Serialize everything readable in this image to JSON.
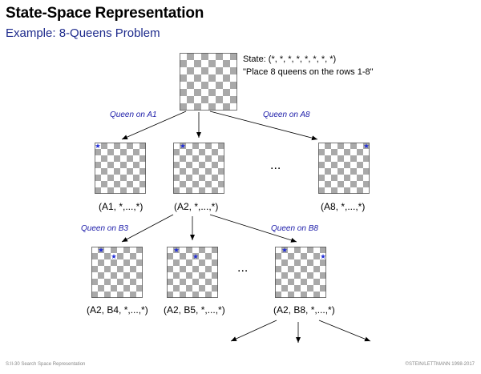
{
  "header": {
    "title": "State-Space Representation",
    "subtitle": "Example: 8-Queens Problem"
  },
  "root": {
    "state_text": "State: (*, *, *, *, *, *, *, *)",
    "goal_text": "\"Place 8 queens on the rows 1-8\""
  },
  "edge_labels": {
    "queen_a1": "Queen on A1",
    "queen_a8": "Queen on A8",
    "queen_b3": "Queen on B3",
    "queen_b8": "Queen on B8"
  },
  "level1": {
    "captions": [
      "(A1, *,...,*)",
      "(A2, *,...,*)",
      "(A8, *,...,*)"
    ],
    "ellipsis": "..."
  },
  "level2": {
    "captions": [
      "(A2, B4, *,...,*)",
      "(A2, B5, *,...,*)",
      "(A2, B8, *,...,*)"
    ],
    "ellipsis": "..."
  },
  "boards": {
    "root": {
      "queens": []
    },
    "a1": {
      "queens": [
        [
          0,
          0
        ]
      ]
    },
    "a2": {
      "queens": [
        [
          0,
          1
        ]
      ]
    },
    "a8": {
      "queens": [
        [
          0,
          7
        ]
      ]
    },
    "a2b4": {
      "queens": [
        [
          0,
          1
        ],
        [
          1,
          3
        ]
      ]
    },
    "a2b5": {
      "queens": [
        [
          0,
          1
        ],
        [
          1,
          4
        ]
      ]
    },
    "a2b8": {
      "queens": [
        [
          0,
          1
        ],
        [
          1,
          7
        ]
      ]
    }
  },
  "footer": {
    "left": "S:II-30    Search Space Representation",
    "right": "©STEIN/LETTMANN 1998-2017"
  },
  "colors": {
    "dark_square": "#a9a9a9",
    "light_square": "#ffffff",
    "queen": "#1f2bd6",
    "edge_label": "#1a1aa8",
    "subtitle": "#1d2a8c"
  }
}
